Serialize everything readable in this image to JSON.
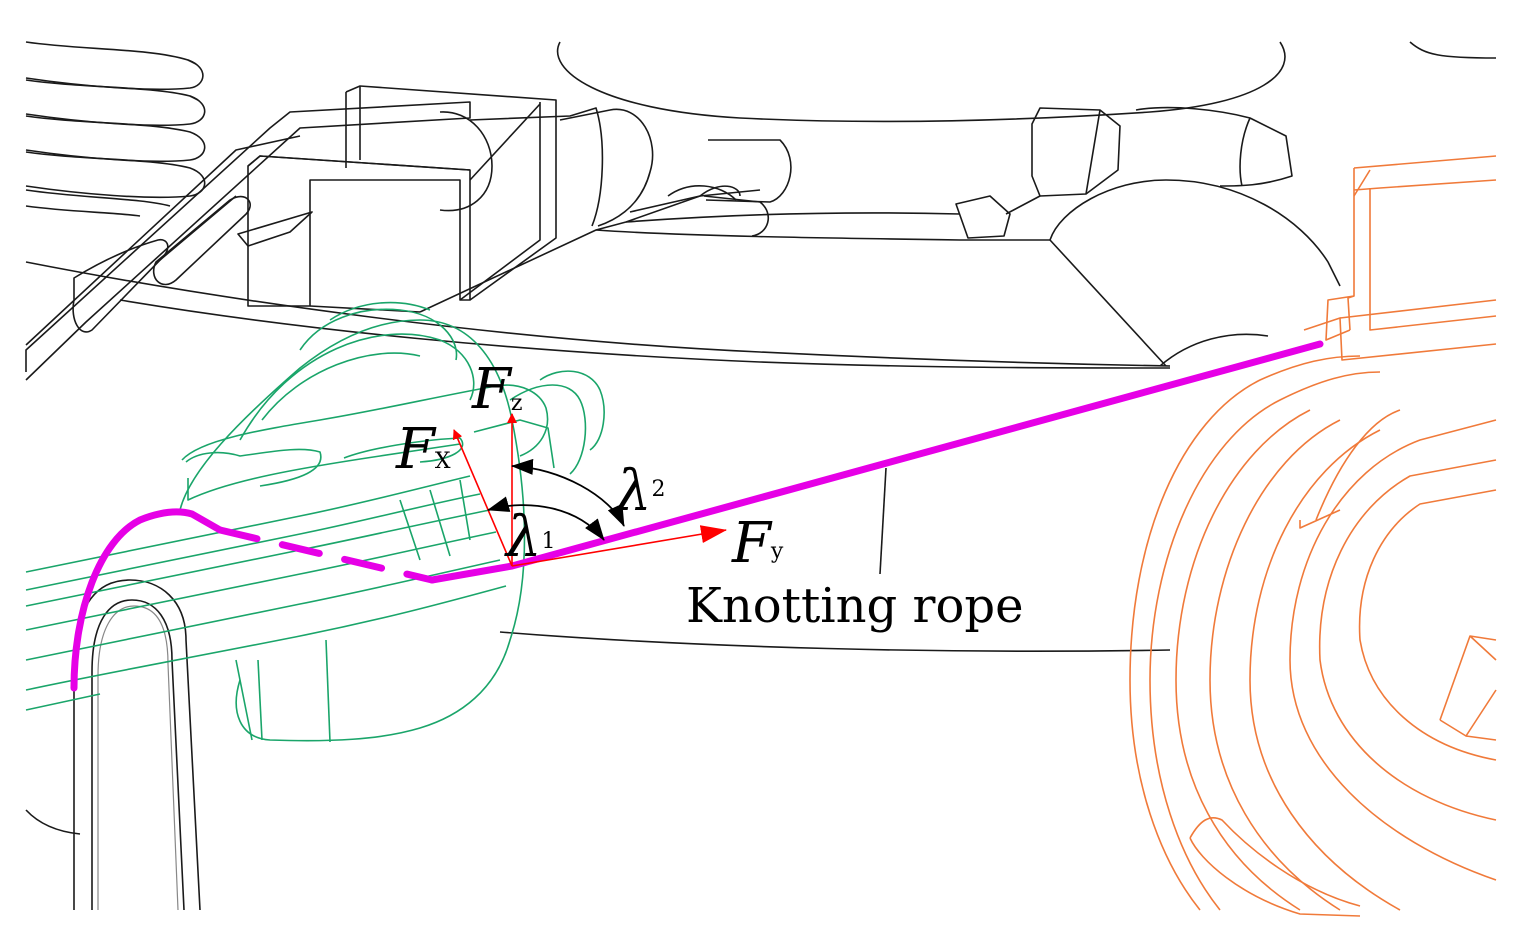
{
  "labels": {
    "fz": {
      "symbol": "F",
      "sub": "z"
    },
    "fx": {
      "symbol": "F",
      "sub": "X"
    },
    "fy": {
      "symbol": "F",
      "sub": "y"
    },
    "lambda1": {
      "symbol": "λ",
      "sub": "1"
    },
    "lambda2": {
      "symbol": "λ",
      "sub": "2"
    },
    "rope": "Knotting rope"
  },
  "colors": {
    "frame": "#1a1a1a",
    "knotter": "#1aa56a",
    "cylinder": "#f07a3a",
    "rope": "#e600e6",
    "force": "#ff0000",
    "angle": "#000000"
  }
}
